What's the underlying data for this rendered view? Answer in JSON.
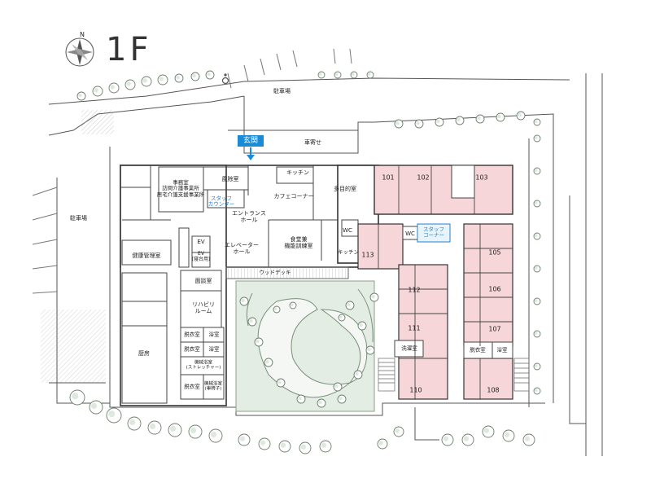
{
  "header": {
    "floor_title": "1F",
    "compass_letter": "N",
    "compass_icon": "compass-icon"
  },
  "entrance": {
    "badge": "玄関",
    "badge_color": "#1a8bd6",
    "arrow_icon": "arrow-down-icon"
  },
  "outside": {
    "parking_top": "駐車場",
    "parking_left": "駐車場",
    "dropoff": "車寄せ",
    "accessible_icon": "wheelchair-icon"
  },
  "rooms": {
    "office": "事務室\n訪問介護事業所\n居宅介護支援事業所",
    "windbreak": "風除室",
    "staff_counter": "スタッフ\nカウンター",
    "kitchen_top": "キッチン",
    "cafe": "カフェコーナー",
    "multipurpose": "多目的室",
    "entrance_hall": "エントランス\nホール",
    "elevator_hall": "エレベーター\nホール",
    "ev1": "EV",
    "ev2": "EV\n(寝台用)",
    "health": "健康管理室",
    "dining": "食堂兼\n機能訓練室",
    "wc1": "WC",
    "wc2": "WC",
    "kitchen_right": "キッチン",
    "staff_corner": "スタッフ\nコーナー",
    "consult": "面談室",
    "rehab": "リハビリ\nルーム",
    "wood_deck": "ウッドデッキ",
    "changing1": "脱衣室",
    "bath1": "浴室",
    "changing2": "脱衣室",
    "bath2": "浴室",
    "machine_bath_stretcher": "機械浴室\n(ストレッチャー)",
    "changing3": "脱衣室",
    "machine_bath_wheelchair": "機械浴室\n(車椅子)",
    "kitchen_big": "厨房",
    "laundry": "洗濯室",
    "changing4": "脱衣室",
    "bath4": "浴室"
  },
  "units": [
    "101",
    "102",
    "103",
    "105",
    "106",
    "107",
    "108",
    "110",
    "111",
    "112",
    "113"
  ],
  "colors": {
    "unit_fill": "#f7d6d9",
    "garden_fill": "#e4ede4",
    "staff_corner_fill": "#e8f4fb",
    "accent_blue": "#1a8bd6"
  }
}
